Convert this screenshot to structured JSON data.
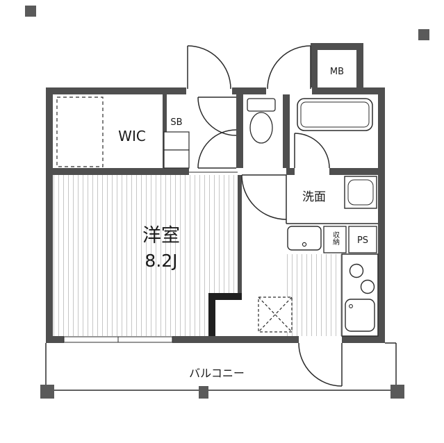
{
  "floorplan": {
    "labels": {
      "wic": "WIC",
      "shoe_box": "SB",
      "main_room_name": "洋室",
      "main_room_size": "8.2J",
      "washroom": "洗面",
      "storage": "収納",
      "pipe_space": "PS",
      "meter_box": "MB",
      "balcony": "バルコニー"
    },
    "colors": {
      "wall": "#4f4f4f",
      "line": "#2b2b2b",
      "floor_stripe": "#c6c6c6",
      "black_wall": "#1f1f1f",
      "post": "#5a5a5a"
    }
  }
}
